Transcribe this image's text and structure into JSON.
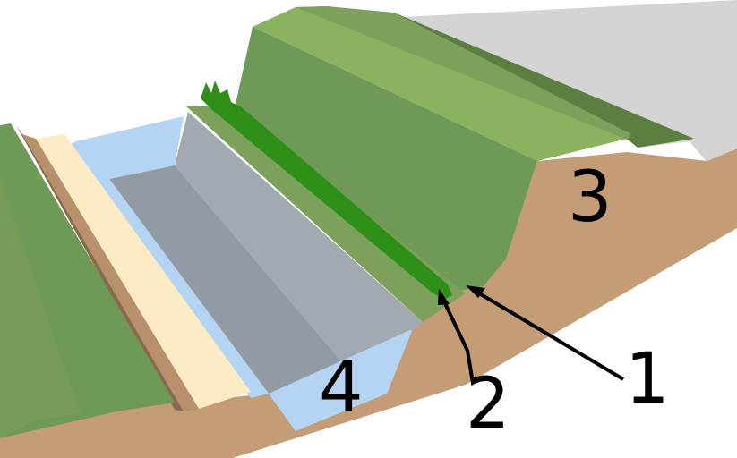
{
  "labels": {
    "label_1": "1",
    "label_2": "2",
    "label_3": "3",
    "label_4": "4"
  },
  "colors": {
    "soil": "#c49c76",
    "soil_dark": "#8a6a4f",
    "grass_light": "#8ab25f",
    "grass_mid": "#7da05a",
    "grass_dark": "#5c7e40",
    "slope_face": "#6f9956",
    "water": "#b3d4f2",
    "channel_grey": "#a2a9b1",
    "channel_grey_dark": "#929aa3",
    "path_cream": "#fcebc5",
    "road_grey": "#d4d4d4",
    "vegetation": "#2e8f17"
  }
}
